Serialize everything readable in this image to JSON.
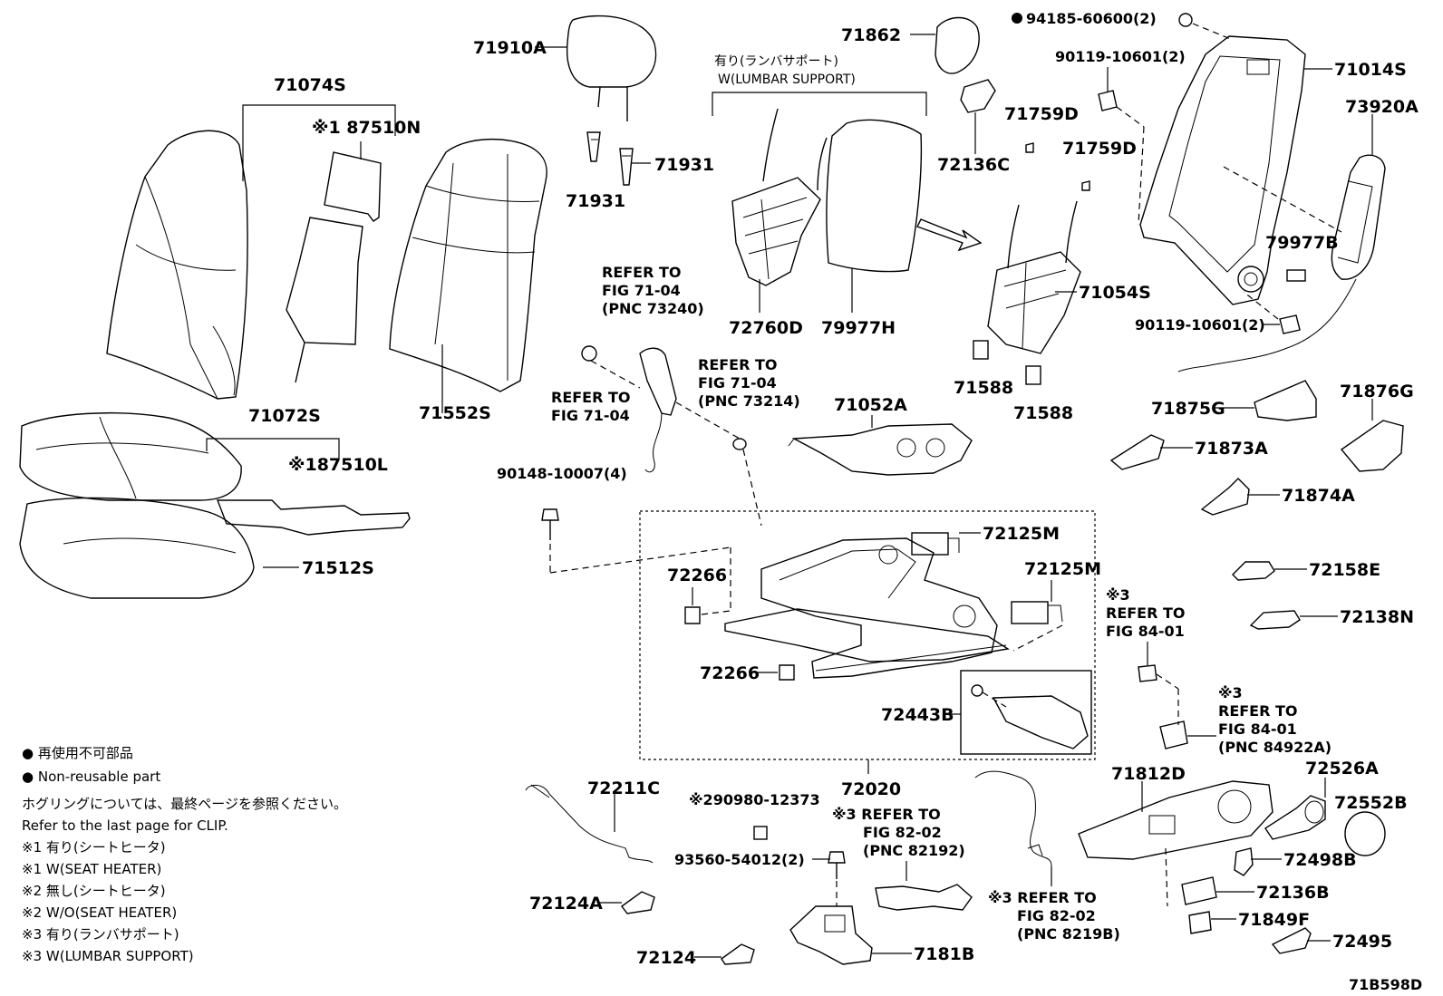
{
  "diagram_id": "71B598D",
  "labels": {
    "l71910A": "71910A",
    "l71862": "71862",
    "l94185": "94185-60600(2)",
    "l71014S": "71014S",
    "l90119a": "90119-10601(2)",
    "l73920A": "73920A",
    "l71074S": "71074S",
    "l87510N": "※1 87510N",
    "l71931a": "71931",
    "l71931b": "71931",
    "lLumbarJp": "有り(ランバサポート)",
    "lLumbarEn": "W(LUMBAR SUPPORT)",
    "l72136C": "72136C",
    "l71759Da": "71759D",
    "l71759Db": "71759D",
    "l79977B": "79977B",
    "l71054S": "71054S",
    "l72760D": "72760D",
    "l79977H": "79977H",
    "l90119b": "90119-10601(2)",
    "l71072S": "71072S",
    "l71552S": "71552S",
    "l87510L": "※187510L",
    "l71512S": "71512S",
    "l71588a": "71588",
    "l71588b": "71588",
    "l71875G": "71875G",
    "l71876G": "71876G",
    "l71873A": "71873A",
    "l71874A": "71874A",
    "l71052A": "71052A",
    "l90148": "90148-10007(4)",
    "l72125Ma": "72125M",
    "l72125Mb": "72125M",
    "l72266a": "72266",
    "l72266b": "72266",
    "l72443B": "72443B",
    "l72020": "72020",
    "l72158E": "72158E",
    "l72138N": "72138N",
    "l71812D": "71812D",
    "l72526A": "72526A",
    "l72552B": "72552B",
    "l72498B": "72498B",
    "l72136B": "72136B",
    "l71849F": "71849F",
    "l72495": "72495",
    "l72211C": "72211C",
    "l90980": "※290980-12373",
    "l93560": "93560-54012(2)",
    "l72124A": "72124A",
    "l72124": "72124",
    "l7181B": "7181B"
  },
  "refs": {
    "r1": [
      "REFER TO",
      "FIG 71-04",
      "(PNC 73240)"
    ],
    "r2": [
      "REFER TO",
      "FIG 71-04",
      "(PNC 73214)"
    ],
    "r3": [
      "REFER TO",
      "FIG 71-04"
    ],
    "r4": [
      "※3",
      "REFER TO",
      "FIG 84-01"
    ],
    "r5": [
      "※3",
      "REFER TO",
      "FIG 84-01",
      "(PNC 84922A)"
    ],
    "r6": [
      "※3 REFER TO",
      "FIG 82-02",
      "(PNC 82192)"
    ],
    "r7": [
      "※3 REFER TO",
      "FIG 82-02",
      "(PNC 8219B)"
    ]
  },
  "legend": {
    "line1": "● 再使用不可部品",
    "line2": "● Non-reusable part",
    "line3": "ホグリングについては、最終ページを参照ください。",
    "line4": "Refer to the last page for CLIP.",
    "line5": "※1 有り(シートヒータ)",
    "line6": "※1 W(SEAT HEATER)",
    "line7": "※2 無し(シートヒータ)",
    "line8": "※2 W/O(SEAT HEATER)",
    "line9": "※3 有り(ランバサポート)",
    "line10": "※3 W(LUMBAR SUPPORT)"
  }
}
